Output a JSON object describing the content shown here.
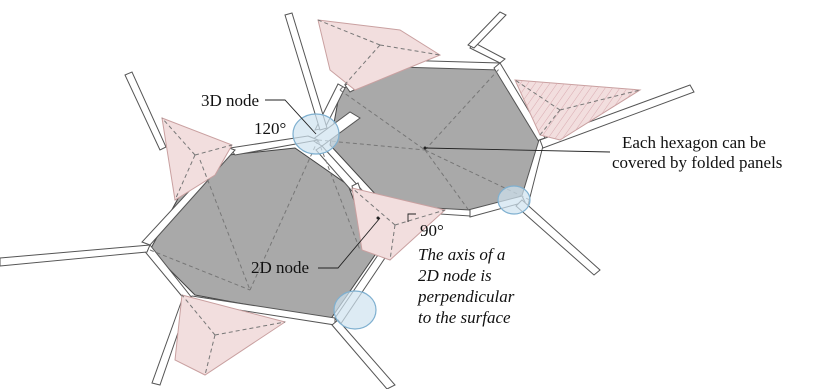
{
  "labels": {
    "node_3d": "3D node",
    "angle_120": "120°",
    "hexagon_line1": "Each hexagon can be",
    "hexagon_line2": "covered by folded panels",
    "angle_90": "90°",
    "node_2d": "2D node",
    "axis_note": [
      "The axis of a",
      "2D node is",
      "perpendicular",
      "to the surface"
    ]
  },
  "colors": {
    "hexagon_fill": "#a9a9a9",
    "panel_fill": "#f2dede",
    "panel_stroke": "#c9a0a0",
    "node_marker_fill": "#cfe3f0",
    "node_marker_stroke": "#7fb0d0",
    "strip_stroke": "#555555",
    "fold_line": "#777777"
  }
}
